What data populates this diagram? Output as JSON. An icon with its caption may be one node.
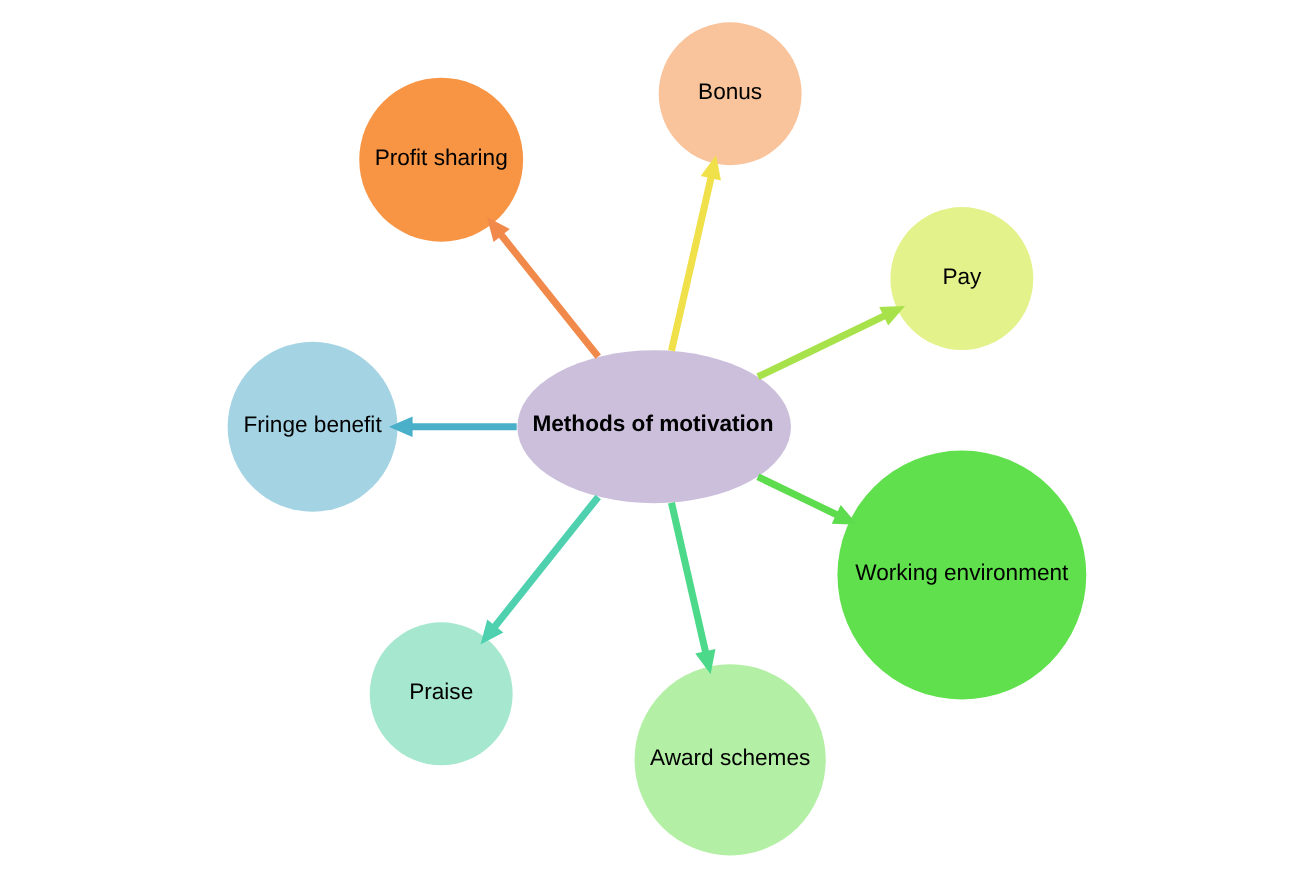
{
  "diagram": {
    "nodes": [
      {
        "text": [
          "Methods of motivation"
        ]
      },
      {
        "text": [
          "Pay"
        ]
      },
      {
        "text": [
          "Bonus"
        ]
      },
      {
        "text": [
          "Profit sharing"
        ]
      },
      {
        "text": [
          "Fringe benefit"
        ]
      },
      {
        "text": [
          "Praise"
        ]
      },
      {
        "text": [
          "Award schemes"
        ]
      },
      {
        "text": [
          "Working environment"
        ]
      }
    ],
    "edges": [
      {
        "from": 0,
        "to": 1,
        "arrow": "to",
        "color": "#a8e24a"
      },
      {
        "from": 0,
        "to": 2,
        "arrow": "to",
        "color": "#f0e04a"
      },
      {
        "from": 0,
        "to": 3,
        "arrow": "to",
        "color": "#f0894a"
      },
      {
        "from": 0,
        "to": 4,
        "arrow": "to",
        "color": "#4aafc8"
      },
      {
        "from": 0,
        "to": 5,
        "arrow": "to",
        "color": "#4fd1b0"
      },
      {
        "from": 0,
        "to": 6,
        "arrow": "to",
        "color": "#4cd98a"
      },
      {
        "from": 0,
        "to": 7,
        "arrow": "to",
        "color": "#5ddc4e"
      }
    ]
  }
}
